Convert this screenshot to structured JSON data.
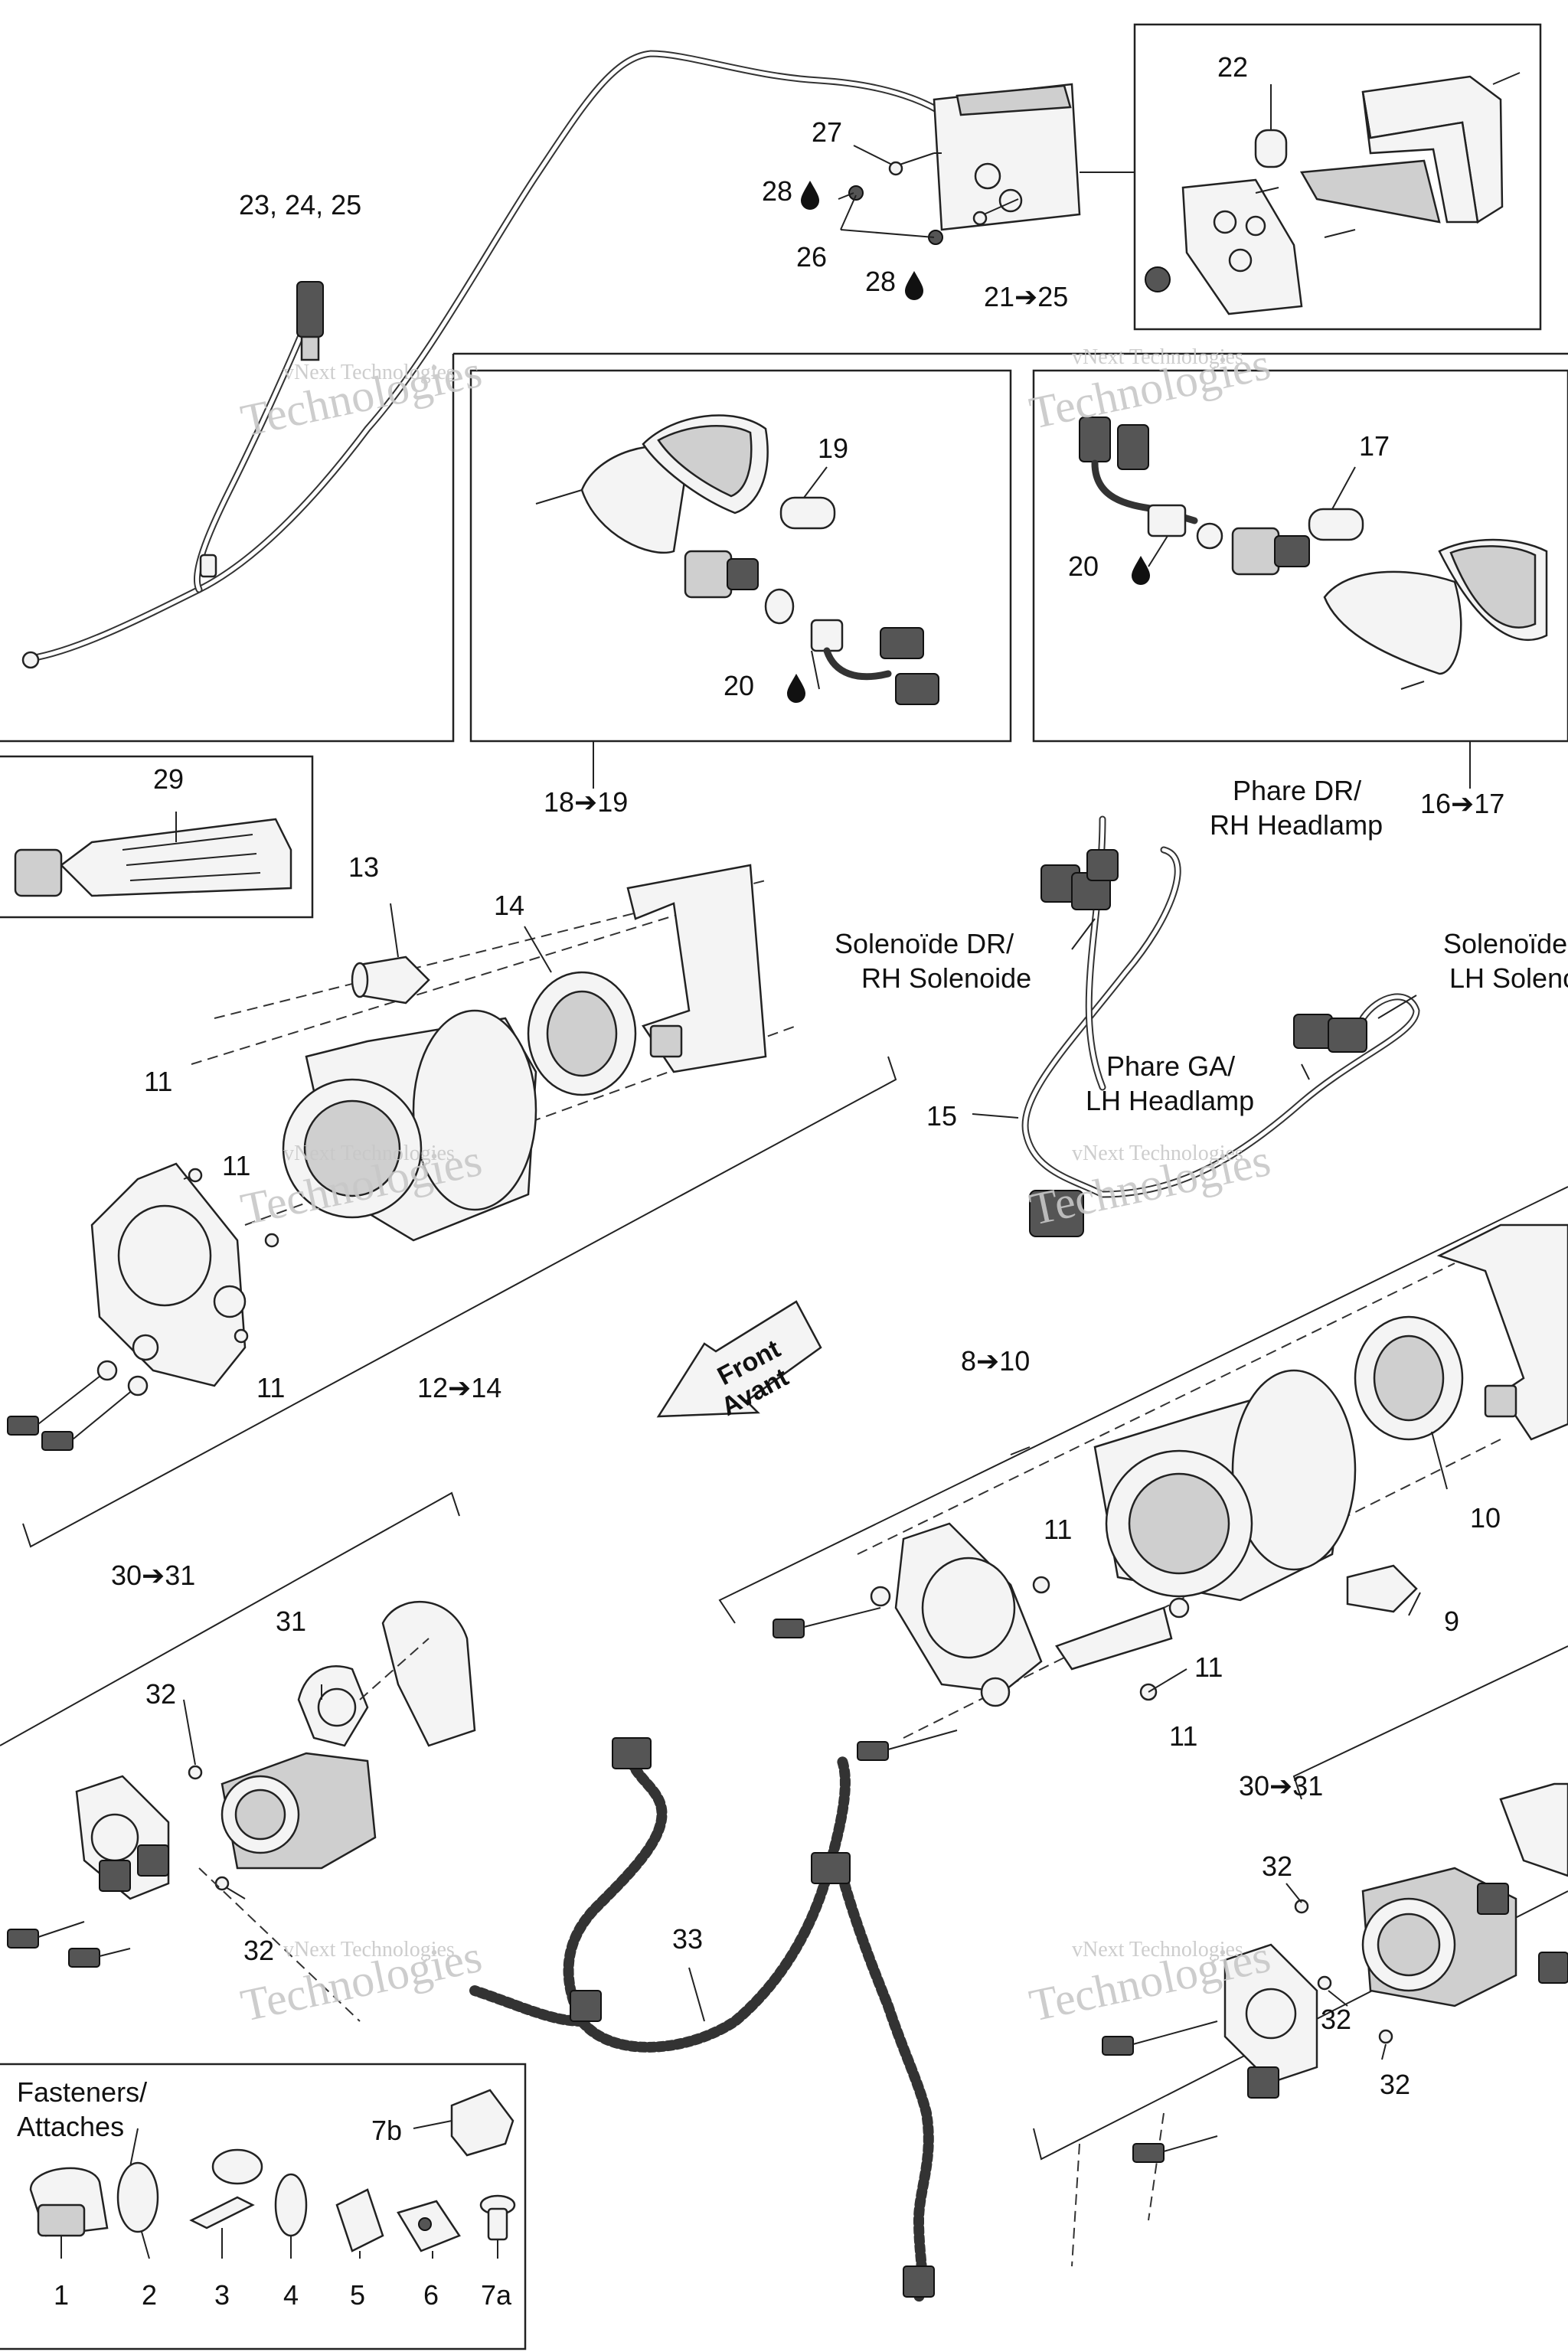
{
  "watermark": {
    "line1": "vNext",
    "line2": "Technologies",
    "full": "vNext Technologies"
  },
  "labels": {
    "l22": "22",
    "l27": "27",
    "l28a": "28",
    "l28b": "28",
    "l26": "26",
    "l21_25": "21➔25",
    "l23_24_25": "23, 24, 25",
    "l19": "19",
    "l20a": "20",
    "l17": "17",
    "l20b": "20",
    "l18_19": "18➔19",
    "l16_17": "16➔17",
    "l29": "29",
    "l13": "13",
    "l14": "14",
    "l11a": "11",
    "l11b": "11",
    "l11c": "11",
    "l12_14": "12➔14",
    "phare_dr": "Phare DR/",
    "rh_headlamp": "RH Headlamp",
    "solenoide_dr": "Solenoïde DR/",
    "rh_solenoide": "RH Solenoide",
    "solenoide_ga": "Solenoïde GA/",
    "lh_solenoide": "LH Solenoide",
    "phare_ga": "Phare GA/",
    "lh_headlamp": "LH Headlamp",
    "l15": "15",
    "front": "Front",
    "avant": "Avant",
    "l8_10": "8➔10",
    "l10": "10",
    "l11d": "11",
    "l11e": "11",
    "l11f": "11",
    "l9": "9",
    "l30_31a": "30➔31",
    "l31": "31",
    "l32a": "32",
    "l32b": "32",
    "l33": "33",
    "l30_31b": "30➔31",
    "l32c": "32",
    "l32d": "32",
    "l32e": "32",
    "fasteners": "Fasteners/",
    "attaches": "Attaches",
    "l7b": "7b",
    "f1": "1",
    "f2": "2",
    "f3": "3",
    "f4": "4",
    "f5": "5",
    "f6": "6",
    "f7a": "7a"
  },
  "colors": {
    "ink": "#222222",
    "watermark": "#c8c8c8",
    "shade": "#cfcfcf"
  }
}
